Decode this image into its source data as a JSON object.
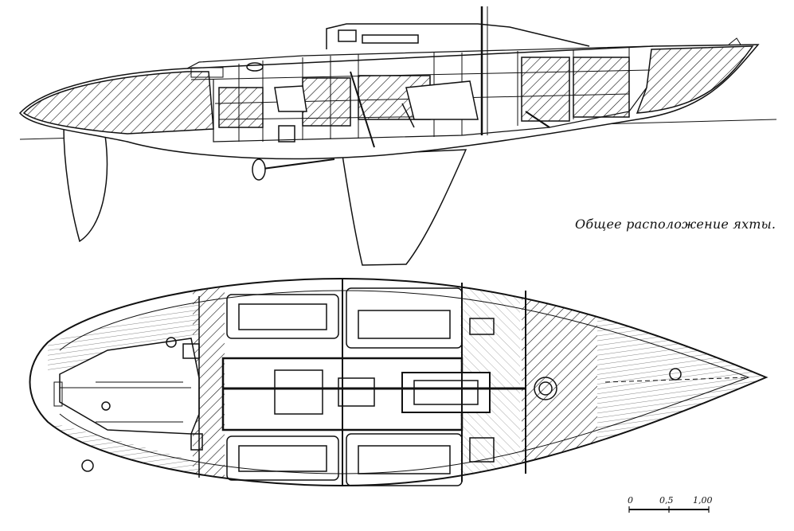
{
  "caption": "Общее расположение яхты.",
  "scale_bar": {
    "labels": [
      "0",
      "0,5",
      "1,00"
    ]
  },
  "colors": {
    "line": "#111111",
    "background": "#ffffff"
  }
}
